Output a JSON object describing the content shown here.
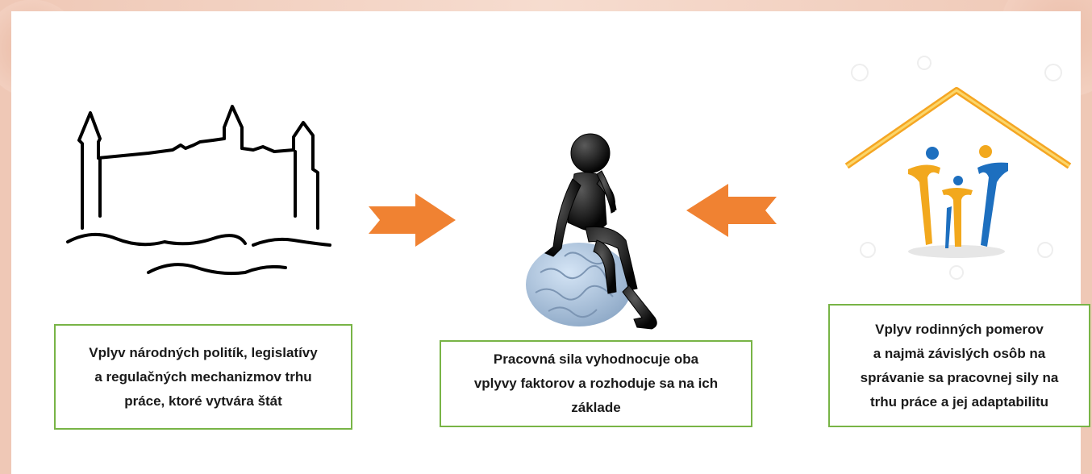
{
  "colors": {
    "arrow": "#f08232",
    "box_border": "#78b446",
    "frame": "#f2cfbf",
    "roof": "#f5a623"
  },
  "illustrations": {
    "left": "castle-outline-icon",
    "center": "thinker-figure-on-brain-icon",
    "right": "family-under-roof-icon"
  },
  "boxes": {
    "left": {
      "lines": [
        "Vplyv národných politík, legislatívy",
        "a regulačných mechanizmov trhu",
        "práce, ktoré vytvára štát"
      ]
    },
    "center": {
      "lines": [
        "Pracovná sila vyhodnocuje oba",
        "vplyvy faktorov a rozhoduje sa na ich",
        "základe"
      ]
    },
    "right": {
      "lines": [
        "Vplyv rodinných pomerov",
        "a najmä závislých osôb na",
        "správanie sa pracovnej sily na",
        "trhu práce a jej adaptabilitu"
      ]
    }
  }
}
